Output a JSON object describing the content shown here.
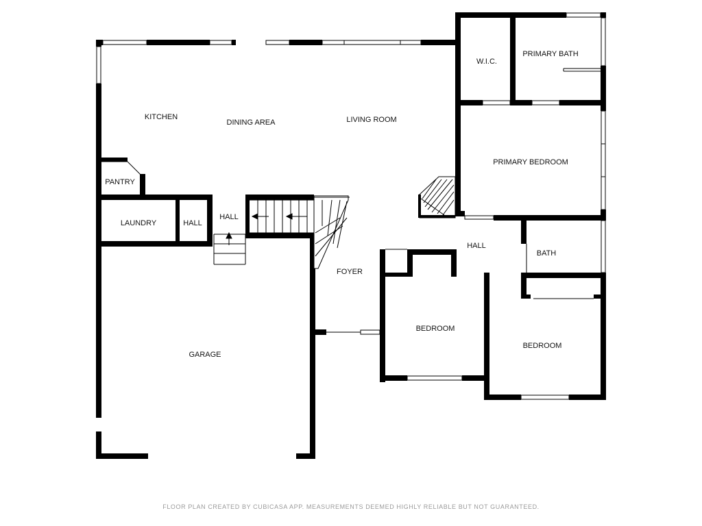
{
  "rooms": {
    "kitchen": "KITCHEN",
    "dining_area": "DINING AREA",
    "living_room": "LIVING ROOM",
    "wic": "W.I.C.",
    "primary_bath": "PRIMARY BATH",
    "primary_bedroom": "PRIMARY BEDROOM",
    "pantry": "PANTRY",
    "laundry": "LAUNDRY",
    "hall_small": "HALL",
    "hall_stairs": "HALL",
    "hall_east": "HALL",
    "bath": "BATH",
    "foyer": "FOYER",
    "garage": "GARAGE",
    "bedroom_center": "BEDROOM",
    "bedroom_right": "BEDROOM"
  },
  "footer": {
    "disclaimer": "FLOOR PLAN CREATED BY CUBICASA APP. MEASUREMENTS DEEMED HIGHLY RELIABLE BUT NOT GUARANTEED."
  }
}
